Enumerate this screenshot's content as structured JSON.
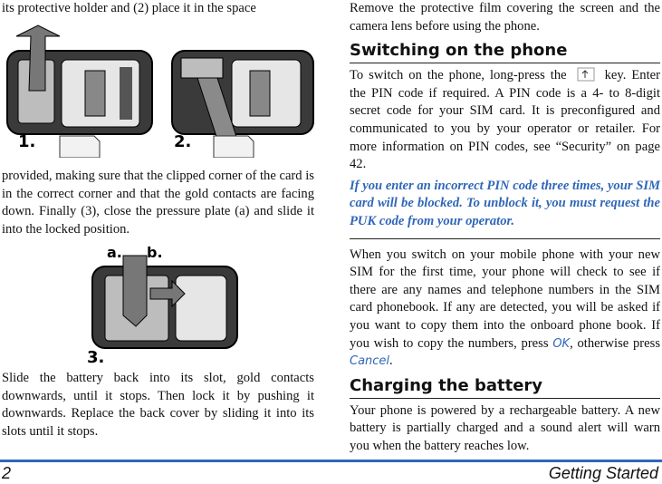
{
  "left_column": {
    "para_top": "its protective holder and (2) place it in the space",
    "fig1": {
      "label_1": "1.",
      "label_2": "2."
    },
    "para_middle": "provided, making sure that the clipped corner of the card is in the correct corner and that the gold contacts are facing down. Finally (3), close the pressure plate (a) and slide it into the locked position.",
    "fig2": {
      "label_a": "a.",
      "label_b": "b.",
      "label_3": "3."
    },
    "para_bottom": "Slide the battery back into its slot, gold contacts downwards, until it stops. Then lock it by pushing it downwards. Replace the back cover by sliding it into its slots until it stops."
  },
  "right_column": {
    "para_intro": "Remove the protective film covering the screen and the camera lens before using the phone.",
    "heading_switch": "Switching on the phone",
    "switch_text_before_key": "To switch on the phone, long-press the",
    "switch_text_after_key": "key. Enter the PIN code if required. A PIN code is a 4- to 8-digit secret code for your SIM card. It is preconfigured and communicated to you by your operator or retailer. For more information on PIN codes, see “Security” on page 42.",
    "note": "If you enter an incorrect PIN code three times, your SIM card will be blocked. To unblock it, you must request the PUK code from your operator.",
    "first_time_text": "When you switch on your mobile phone with your new SIM for the first time, your phone will check to see if there are any names and telephone numbers in the SIM card phonebook. If any are detected, you will be asked if you want to copy them into the onboard phone book. If you wish to copy the numbers, press",
    "softkey_ok": "OK",
    "text_between": ", otherwise press",
    "softkey_cancel": "Cancel",
    "text_end": ".",
    "heading_charging": "Charging the battery",
    "charging_text": "Your phone is powered by a rechargeable battery. A new battery is partially charged and a sound alert will warn you when the battery reaches low."
  },
  "footer": {
    "page_number": "2",
    "section_title": "Getting Started"
  },
  "colors": {
    "accent": "#2f67b8"
  }
}
